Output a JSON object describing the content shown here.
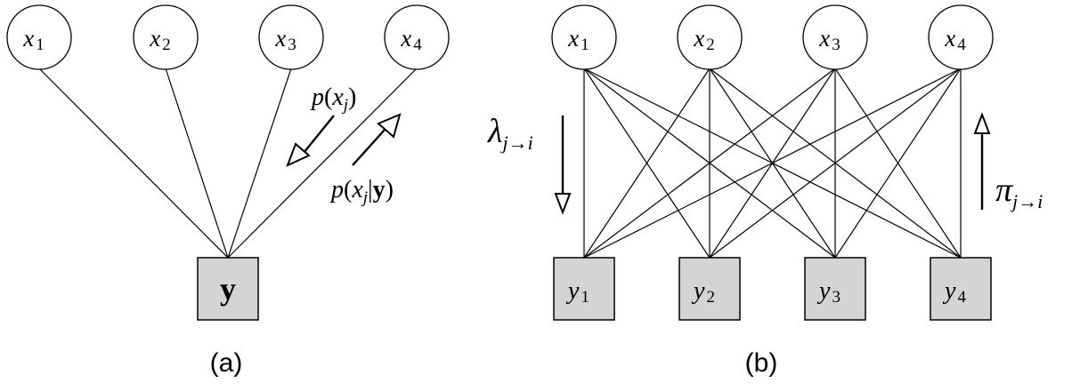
{
  "panel_a": {
    "var_nodes": [
      {
        "base": "x",
        "sub": "1"
      },
      {
        "base": "x",
        "sub": "2"
      },
      {
        "base": "x",
        "sub": "3"
      },
      {
        "base": "x",
        "sub": "4"
      }
    ],
    "obs_node": {
      "label": "y"
    },
    "msg_down": {
      "p": "p",
      "open": "(",
      "x": "x",
      "sub": "j",
      "close": ")"
    },
    "msg_up": {
      "p": "p",
      "open": "(",
      "x": "x",
      "sub": "j",
      "bar": "|",
      "y": "y",
      "close": ")"
    },
    "caption": "(a)"
  },
  "panel_b": {
    "var_nodes": [
      {
        "base": "x",
        "sub": "1"
      },
      {
        "base": "x",
        "sub": "2"
      },
      {
        "base": "x",
        "sub": "3"
      },
      {
        "base": "x",
        "sub": "4"
      }
    ],
    "obs_nodes": [
      {
        "base": "y",
        "sub": "1"
      },
      {
        "base": "y",
        "sub": "2"
      },
      {
        "base": "y",
        "sub": "3"
      },
      {
        "base": "y",
        "sub": "4"
      }
    ],
    "lambda": {
      "symbol": "λ",
      "sub": "j→i"
    },
    "pi": {
      "symbol": "π",
      "sub": "j→i"
    },
    "caption": "(b)"
  },
  "colors": {
    "box_fill": "#d4d4d4",
    "stroke": "#000000",
    "background": "#ffffff"
  }
}
